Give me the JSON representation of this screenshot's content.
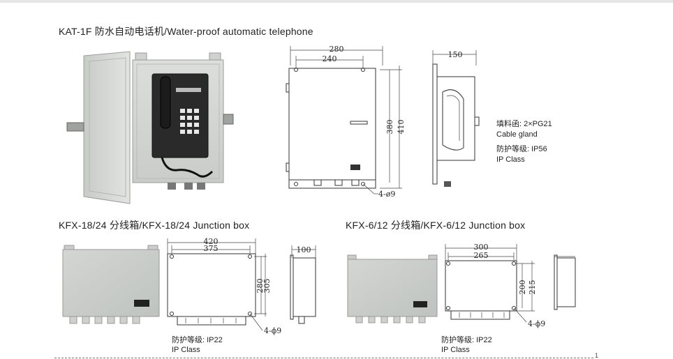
{
  "sections": {
    "telephone": {
      "title": "KAT-1F 防水自动电话机/Water-proof automatic telephone",
      "dims": {
        "outer_width": "280",
        "hole_width": "240",
        "height_inner": "380",
        "height_outer": "410",
        "depth": "150",
        "holes": "4-ø9"
      },
      "cable_gland_cn": "填料函: 2×PG21",
      "cable_gland_en": "Cable gland",
      "ip_cn": "防护等级: IP56",
      "ip_en": "IP Class"
    },
    "junction_large": {
      "title": "KFX-18/24 分线箱/KFX-18/24 Junction box",
      "dims": {
        "outer_width": "420",
        "hole_width": "375",
        "height_outer": "305",
        "height_inner": "280",
        "depth": "100",
        "holes": "4-ϕ9"
      },
      "ip_cn": "防护等级: IP22",
      "ip_en": "IP Class"
    },
    "junction_small": {
      "title": "KFX-6/12 分线箱/KFX-6/12 Junction box",
      "dims": {
        "outer_width": "300",
        "hole_width": "265",
        "height_inner": "200",
        "height_outer": "215",
        "holes": "4-ϕ9"
      },
      "ip_cn": "防护等级: IP22",
      "ip_en": "IP Class"
    }
  },
  "page_number": "1"
}
